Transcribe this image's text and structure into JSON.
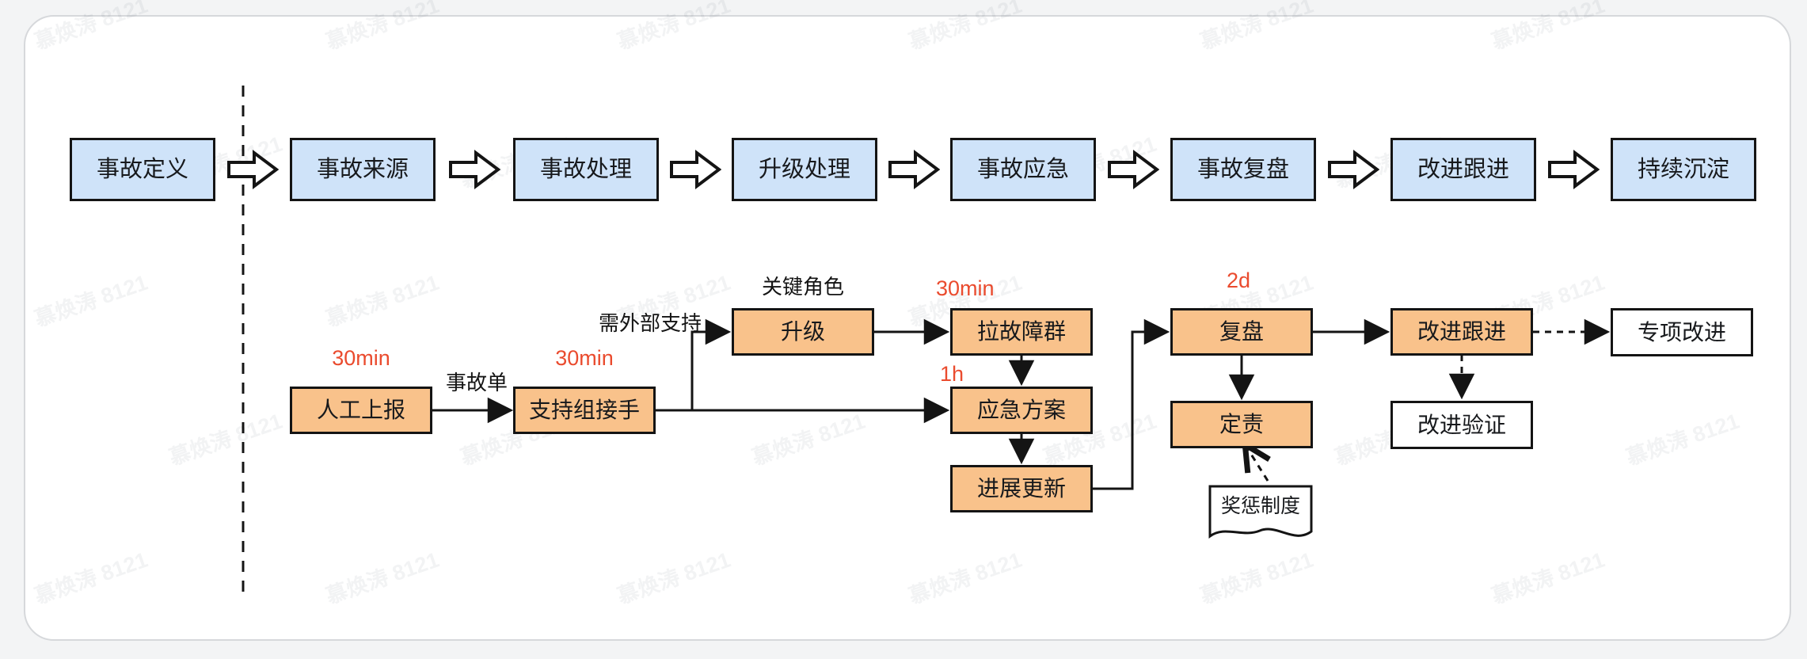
{
  "watermark": {
    "text": "慕焕涛 8121"
  },
  "colors": {
    "step_fill": "#cfe3f9",
    "node_fill": "#f9c28b",
    "plain_fill": "#ffffff",
    "border": "#141414",
    "time_label": "#ea4b2e",
    "card_bg": "#ffffff",
    "page_bg": "#f3f4f5"
  },
  "top_flow": {
    "steps": [
      {
        "label": "事故定义"
      },
      {
        "label": "事故来源"
      },
      {
        "label": "事故处理"
      },
      {
        "label": "升级处理"
      },
      {
        "label": "事故应急"
      },
      {
        "label": "事故复盘"
      },
      {
        "label": "改进跟进"
      },
      {
        "label": "持续沉淀"
      }
    ]
  },
  "detail_flow": {
    "nodes": {
      "manual_report": {
        "label": "人工上报",
        "time": "30min"
      },
      "support_takeover": {
        "label": "支持组接手",
        "time": "30min"
      },
      "escalate": {
        "label": "升级",
        "annotation": "关键角色"
      },
      "create_incident_group": {
        "label": "拉故障群",
        "time": "30min"
      },
      "emergency_plan": {
        "label": "应急方案",
        "time": "1h"
      },
      "progress_update": {
        "label": "进展更新"
      },
      "review": {
        "label": "复盘",
        "time": "2d"
      },
      "assign_responsibility": {
        "label": "定责"
      },
      "improvement_followup": {
        "label": "改进跟进"
      },
      "special_improvement": {
        "label": "专项改进"
      },
      "improvement_verification": {
        "label": "改进验证"
      },
      "reward_punishment_system": {
        "label": "奖惩制度"
      }
    },
    "edge_labels": {
      "incident_ticket": "事故单",
      "need_external_support": "需外部支持"
    }
  }
}
